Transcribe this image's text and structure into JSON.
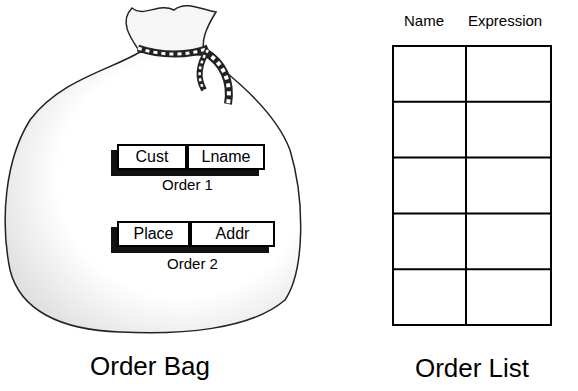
{
  "diagram": {
    "nodes": [
      {
        "text": [
          "Order Bag"
        ]
      },
      {
        "text": [
          "Order 1"
        ],
        "in": 0
      },
      {
        "text": [
          "Cust"
        ],
        "in": 1
      },
      {
        "text": [
          "Lname"
        ],
        "in": 1
      },
      {
        "text": [
          "Order 2"
        ],
        "in": 0
      },
      {
        "text": [
          "Place"
        ],
        "in": 4
      },
      {
        "text": [
          "Addr"
        ],
        "in": 4
      },
      {
        "text": [
          "Order List"
        ]
      }
    ],
    "labels": [
      "Name",
      "Expression"
    ]
  }
}
